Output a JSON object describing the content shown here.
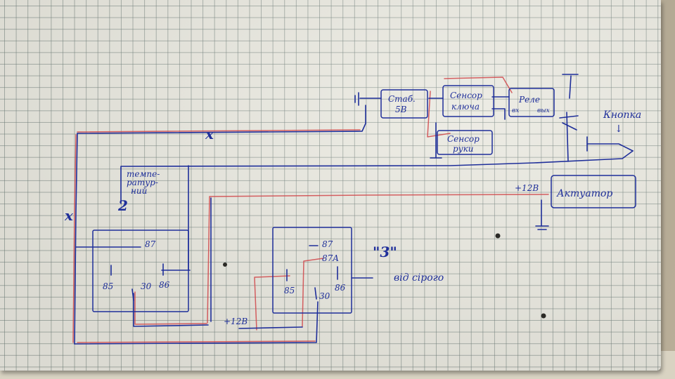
{
  "diagram": {
    "blocks": {
      "stab": {
        "line1": "Стаб.",
        "line2": "5В"
      },
      "sensor_key": {
        "line1": "Сенсор",
        "line2": "ключа"
      },
      "relay": {
        "line1": "Реле",
        "pin_in": "вх",
        "pin_out": "вых"
      },
      "sensor_hand": {
        "line1": "Сенсор",
        "line2": "руки"
      },
      "actuator": {
        "label": "Актуатор"
      },
      "button": {
        "label": "Кнопка"
      }
    },
    "labels": {
      "temperature_line1": "темпе-",
      "temperature_line2": "ратур-",
      "temperature_line3": "ний",
      "relay2_number": "2",
      "relay3_number": "\"3\"",
      "relay3_note": "від сірого",
      "plus12_actuator": "+12В",
      "plus12_bottom": "+12В",
      "arrow_glyph": "↓",
      "cross_glyph": "x"
    },
    "relay_left_pins": {
      "p87": "87",
      "p85": "85",
      "p30": "30",
      "p86": "86"
    },
    "relay_right_pins": {
      "p87": "87",
      "p87a": "87A",
      "p85": "85",
      "p30": "30",
      "p86": "86"
    }
  }
}
